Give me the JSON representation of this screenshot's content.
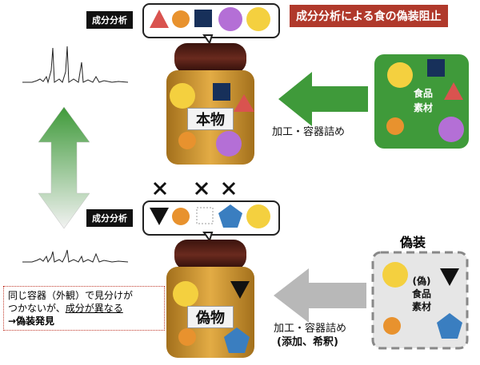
{
  "title": "成分分析による食の偽装阻止",
  "analysis_label_top": "成分分析",
  "analysis_label_bottom": "成分分析",
  "genuine": {
    "jar_label": "本物",
    "ingredients_line1": "食品",
    "ingredients_line2": "素材",
    "process_label": "加工・容器詰め"
  },
  "fake": {
    "section_title": "偽装",
    "jar_label": "偽物",
    "ingredients_line0": "(偽)",
    "ingredients_line1": "食品",
    "ingredients_line2": "素材",
    "process_label": "加工・容器詰め",
    "process_sub": "(添加、希釈)",
    "cross_marks": [
      "×",
      "×",
      "×"
    ]
  },
  "note": {
    "line1": "同じ容器（外観）で見分けが",
    "line2_a": "つかないが、",
    "line2_b": "成分が異なる",
    "line3": "→偽装発見"
  },
  "colors": {
    "title_bg": "#b0392b",
    "green_panel": "#3f9a3a",
    "gray_panel": "#e6e6e6",
    "jar_body": "#c8902a",
    "jar_lid": "#4a1c14",
    "yellow": "#f4d03f",
    "orange": "#e8922e",
    "purple": "#b46fd6",
    "navy": "#17305a",
    "red_triangle": "#d9534f",
    "blue_pentagon": "#3a7ec0"
  }
}
